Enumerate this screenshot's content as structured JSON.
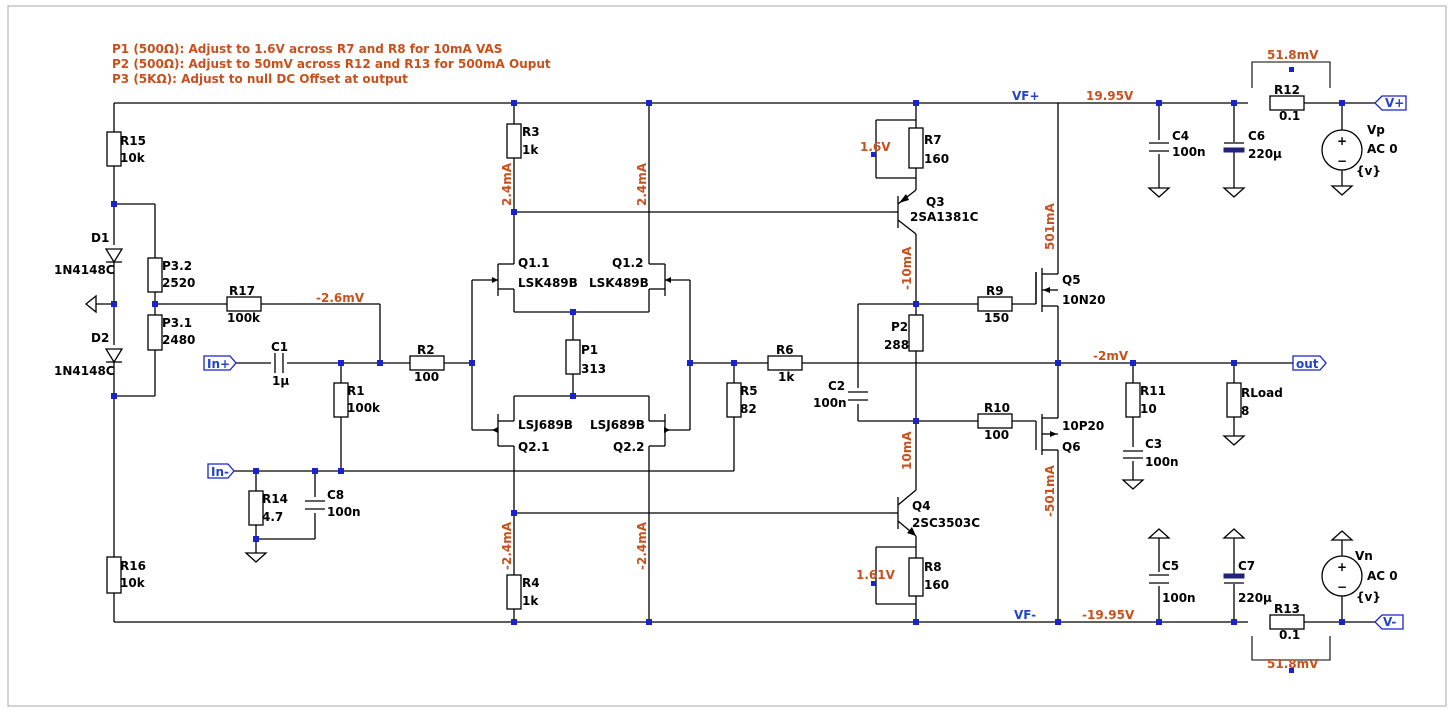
{
  "notes": [
    "P1 (500Ω):  Adjust to 1.6V across R7 and R8 for 10mA VAS",
    "P2 (500Ω):  Adjust to 50mV across R12 and R13 for 500mA Ouput",
    "P3 (5KΩ):  Adjust to null DC Offset at output"
  ],
  "nets": {
    "vf_plus": "VF+",
    "vf_minus": "VF-"
  },
  "ports": {
    "in_plus": "In+",
    "in_minus": "In-",
    "out": "out",
    "v_plus": "V+",
    "v_minus": "V-"
  },
  "measurements": {
    "v_pos_rail": "19.95V",
    "v_neg_rail": "-19.95V",
    "r12_drop": "51.8mV",
    "r13_drop": "51.8mV",
    "r7_drop": "1.6V",
    "r8_drop": "1.61V",
    "i_r3": "2.4mA",
    "i_q12": "2.4mA",
    "i_r4": "-2.4mA",
    "i_q22": "-2.4mA",
    "i_q3": "-10mA",
    "i_q4": "10mA",
    "i_q5": "501mA",
    "i_q6": "-501mA",
    "v_r17": "-2.6mV",
    "v_out": "-2mV"
  },
  "components": {
    "R15": {
      "ref": "R15",
      "value": "10k"
    },
    "R16": {
      "ref": "R16",
      "value": "10k"
    },
    "D1": {
      "ref": "D1",
      "value": "1N4148C"
    },
    "D2": {
      "ref": "D2",
      "value": "1N4148C"
    },
    "P32": {
      "ref": "P3.2",
      "value": "2520"
    },
    "P31": {
      "ref": "P3.1",
      "value": "2480"
    },
    "R17": {
      "ref": "R17",
      "value": "100k"
    },
    "C1": {
      "ref": "C1",
      "value": "1µ"
    },
    "R1": {
      "ref": "R1",
      "value": "100k"
    },
    "R2": {
      "ref": "R2",
      "value": "100"
    },
    "R14": {
      "ref": "R14",
      "value": "4.7"
    },
    "C8": {
      "ref": "C8",
      "value": "100n"
    },
    "R3": {
      "ref": "R3",
      "value": "1k"
    },
    "R4": {
      "ref": "R4",
      "value": "1k"
    },
    "Q11": {
      "ref": "Q1.1",
      "value": "LSK489B"
    },
    "Q12": {
      "ref": "Q1.2",
      "value": "LSK489B"
    },
    "Q21": {
      "ref": "Q2.1",
      "value": "LSJ689B"
    },
    "Q22": {
      "ref": "Q2.2",
      "value": "LSJ689B"
    },
    "P1": {
      "ref": "P1",
      "value": "313"
    },
    "R5": {
      "ref": "R5",
      "value": "82"
    },
    "R6": {
      "ref": "R6",
      "value": "1k"
    },
    "C2": {
      "ref": "C2",
      "value": "100n"
    },
    "R7": {
      "ref": "R7",
      "value": "160"
    },
    "R8": {
      "ref": "R8",
      "value": "160"
    },
    "Q3": {
      "ref": "Q3",
      "value": "2SA1381C"
    },
    "Q4": {
      "ref": "Q4",
      "value": "2SC3503C"
    },
    "P2": {
      "ref": "P2",
      "value": "288"
    },
    "R9": {
      "ref": "R9",
      "value": "150"
    },
    "R10": {
      "ref": "R10",
      "value": "100"
    },
    "Q5": {
      "ref": "Q5",
      "value": "10N20"
    },
    "Q6": {
      "ref": "Q6",
      "value": "10P20"
    },
    "R11": {
      "ref": "R11",
      "value": "10"
    },
    "C3": {
      "ref": "C3",
      "value": "100n"
    },
    "RLoad": {
      "ref": "RLoad",
      "value": "8"
    },
    "C4": {
      "ref": "C4",
      "value": "100n"
    },
    "C6": {
      "ref": "C6",
      "value": "220µ"
    },
    "C5": {
      "ref": "C5",
      "value": "100n"
    },
    "C7": {
      "ref": "C7",
      "value": "220µ"
    },
    "R12": {
      "ref": "R12",
      "value": "0.1"
    },
    "R13": {
      "ref": "R13",
      "value": "0.1"
    },
    "Vp": {
      "ref": "Vp",
      "value": "AC 0",
      "param": "{v}"
    },
    "Vn": {
      "ref": "Vn",
      "value": "AC 0",
      "param": "{v}"
    }
  }
}
